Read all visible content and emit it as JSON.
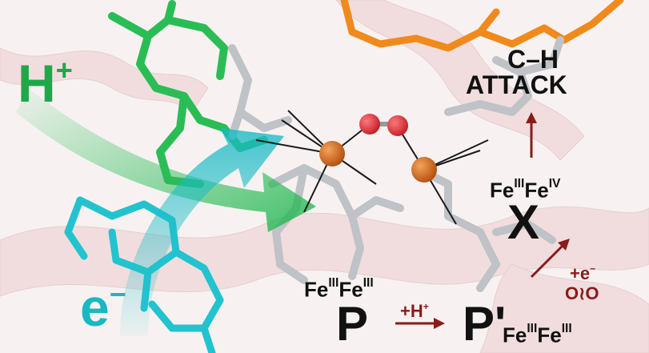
{
  "labels": {
    "proton": "H",
    "proton_charge": "+",
    "electron": "e",
    "electron_charge": "−",
    "attack_line1": "C–H",
    "attack_line2": "ATTACK",
    "x_fe1": "Fe",
    "x_fe1_ox": "III",
    "x_fe2": "Fe",
    "x_fe2_ox": "IV",
    "x_letter": "X",
    "p_fe1": "Fe",
    "p_fe1_ox": "III",
    "p_fe2": "Fe",
    "p_fe2_ox": "III",
    "p_letter": "P",
    "pp_letter": "P'",
    "pp_fe1": "Fe",
    "pp_fe1_ox": "III",
    "pp_fe2": "Fe",
    "pp_fe2_ox": "III",
    "step_h": "+H",
    "step_h_charge": "+",
    "step_e": "+e",
    "step_e_charge": "−",
    "step_o2": "O≀O"
  },
  "colors": {
    "proton_green": "#1fa84a",
    "electron_teal": "#19b9c4",
    "arrow_red": "#8b1a1a",
    "iron_orange": "#d9691e",
    "oxygen_red": "#e8333a",
    "carbon_orange": "#f08a1c",
    "ribbon_pink": "#e8b8bc"
  }
}
